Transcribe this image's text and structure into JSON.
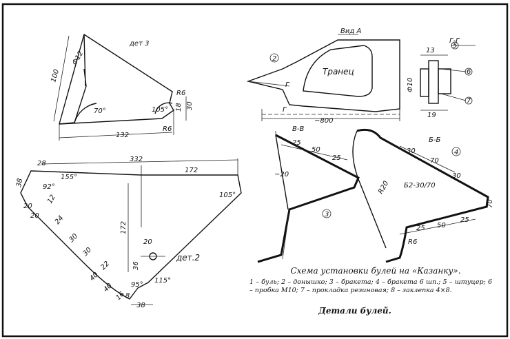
{
  "page": {
    "border_color": "#111111",
    "background": "#ffffff"
  },
  "det3": {
    "title": "дет 3",
    "d1": "100",
    "d2": "Ф12",
    "angle1": "70°",
    "angle2": "105°",
    "r1": "R6",
    "r2": "R6",
    "d3": "30",
    "d4": "18",
    "d5": "132"
  },
  "det2": {
    "title": "дет.2",
    "w1": "332",
    "w2": "172",
    "h1": "172",
    "a1": "155°",
    "a2": "92°",
    "a3": "105°",
    "a4": "115°",
    "a5": "95°",
    "s28": "28",
    "s38": "38",
    "s12": "12",
    "s20a": "20",
    "s20b": "20",
    "s24": "24",
    "s30a": "30",
    "s30b": "30",
    "s22": "22",
    "s40a": "40",
    "s40b": "40",
    "s16": "16",
    "s8": "8",
    "d20": "20",
    "d36": "36",
    "d38": "38"
  },
  "view_a": {
    "title": "Вид А",
    "label_2": "2",
    "transom": "Транец",
    "g1": "Г",
    "g2": "Г",
    "width": "~800"
  },
  "section_gg": {
    "title": "Г-Г",
    "d13": "13",
    "d10": "Ф10",
    "d19": "19",
    "n5": "5",
    "n6": "6",
    "n7": "7"
  },
  "section_vv": {
    "title": "В-В",
    "d25": "25",
    "d50": "50",
    "d25b": "25",
    "d20": "~20",
    "n3": "3"
  },
  "section_bb": {
    "title": "Б-Б",
    "d30": "30",
    "d70": "70",
    "d30b": "30",
    "r20": "R20",
    "b": "Б2-30/70",
    "d25": "25",
    "d50": "50",
    "d25b": "25",
    "d70b": "70",
    "r6": "R6",
    "n4": "4"
  },
  "caption": {
    "title": "Схема установки булей на «Казанку».",
    "legend": "1 – буль; 2 – донышко; 3 – бракета; 4 – бракета 6 шп.; 5 – штуцер; 6 – пробка М10; 7 – прокладка резиновая; 8 – заклепка 4×8.",
    "subtitle": "Детали булей."
  }
}
